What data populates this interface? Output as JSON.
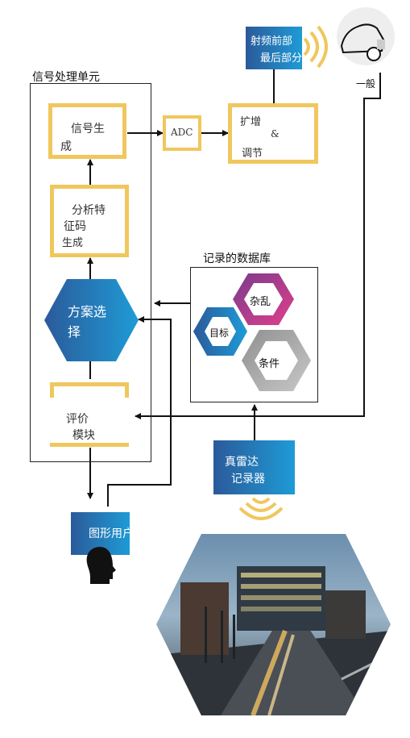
{
  "signal_unit": {
    "title": "信号处理单元"
  },
  "blocks": {
    "signal_gen": {
      "line1": "信号生",
      "line2": "成"
    },
    "adc": {
      "label": "ADC"
    },
    "amplify": {
      "line1": "扩增",
      "line2": "&",
      "line3": "调节"
    },
    "feature": {
      "line1": "分析特",
      "line2": "征码",
      "line3": "生成"
    },
    "scheme": {
      "line1": "方案选",
      "line2": "择"
    },
    "eval": {
      "line1": "评价",
      "line2": "模块"
    }
  },
  "rf": {
    "line1": "射频前部",
    "line2": "最后部分"
  },
  "car": {
    "label": "一般"
  },
  "database": {
    "title": "记录的数据库",
    "items": {
      "clutter": "杂乱",
      "target": "目标",
      "condition": "条件"
    }
  },
  "radar": {
    "line1": "真雷达",
    "line2": "记录器"
  },
  "gui": {
    "label": "图形用户"
  },
  "colors": {
    "yellow": "#f0c75e",
    "blue_dark": "#2b5a9a",
    "blue_light": "#1e9bd6",
    "magenta": "#c2388e",
    "gray": "#a8a8a8"
  }
}
